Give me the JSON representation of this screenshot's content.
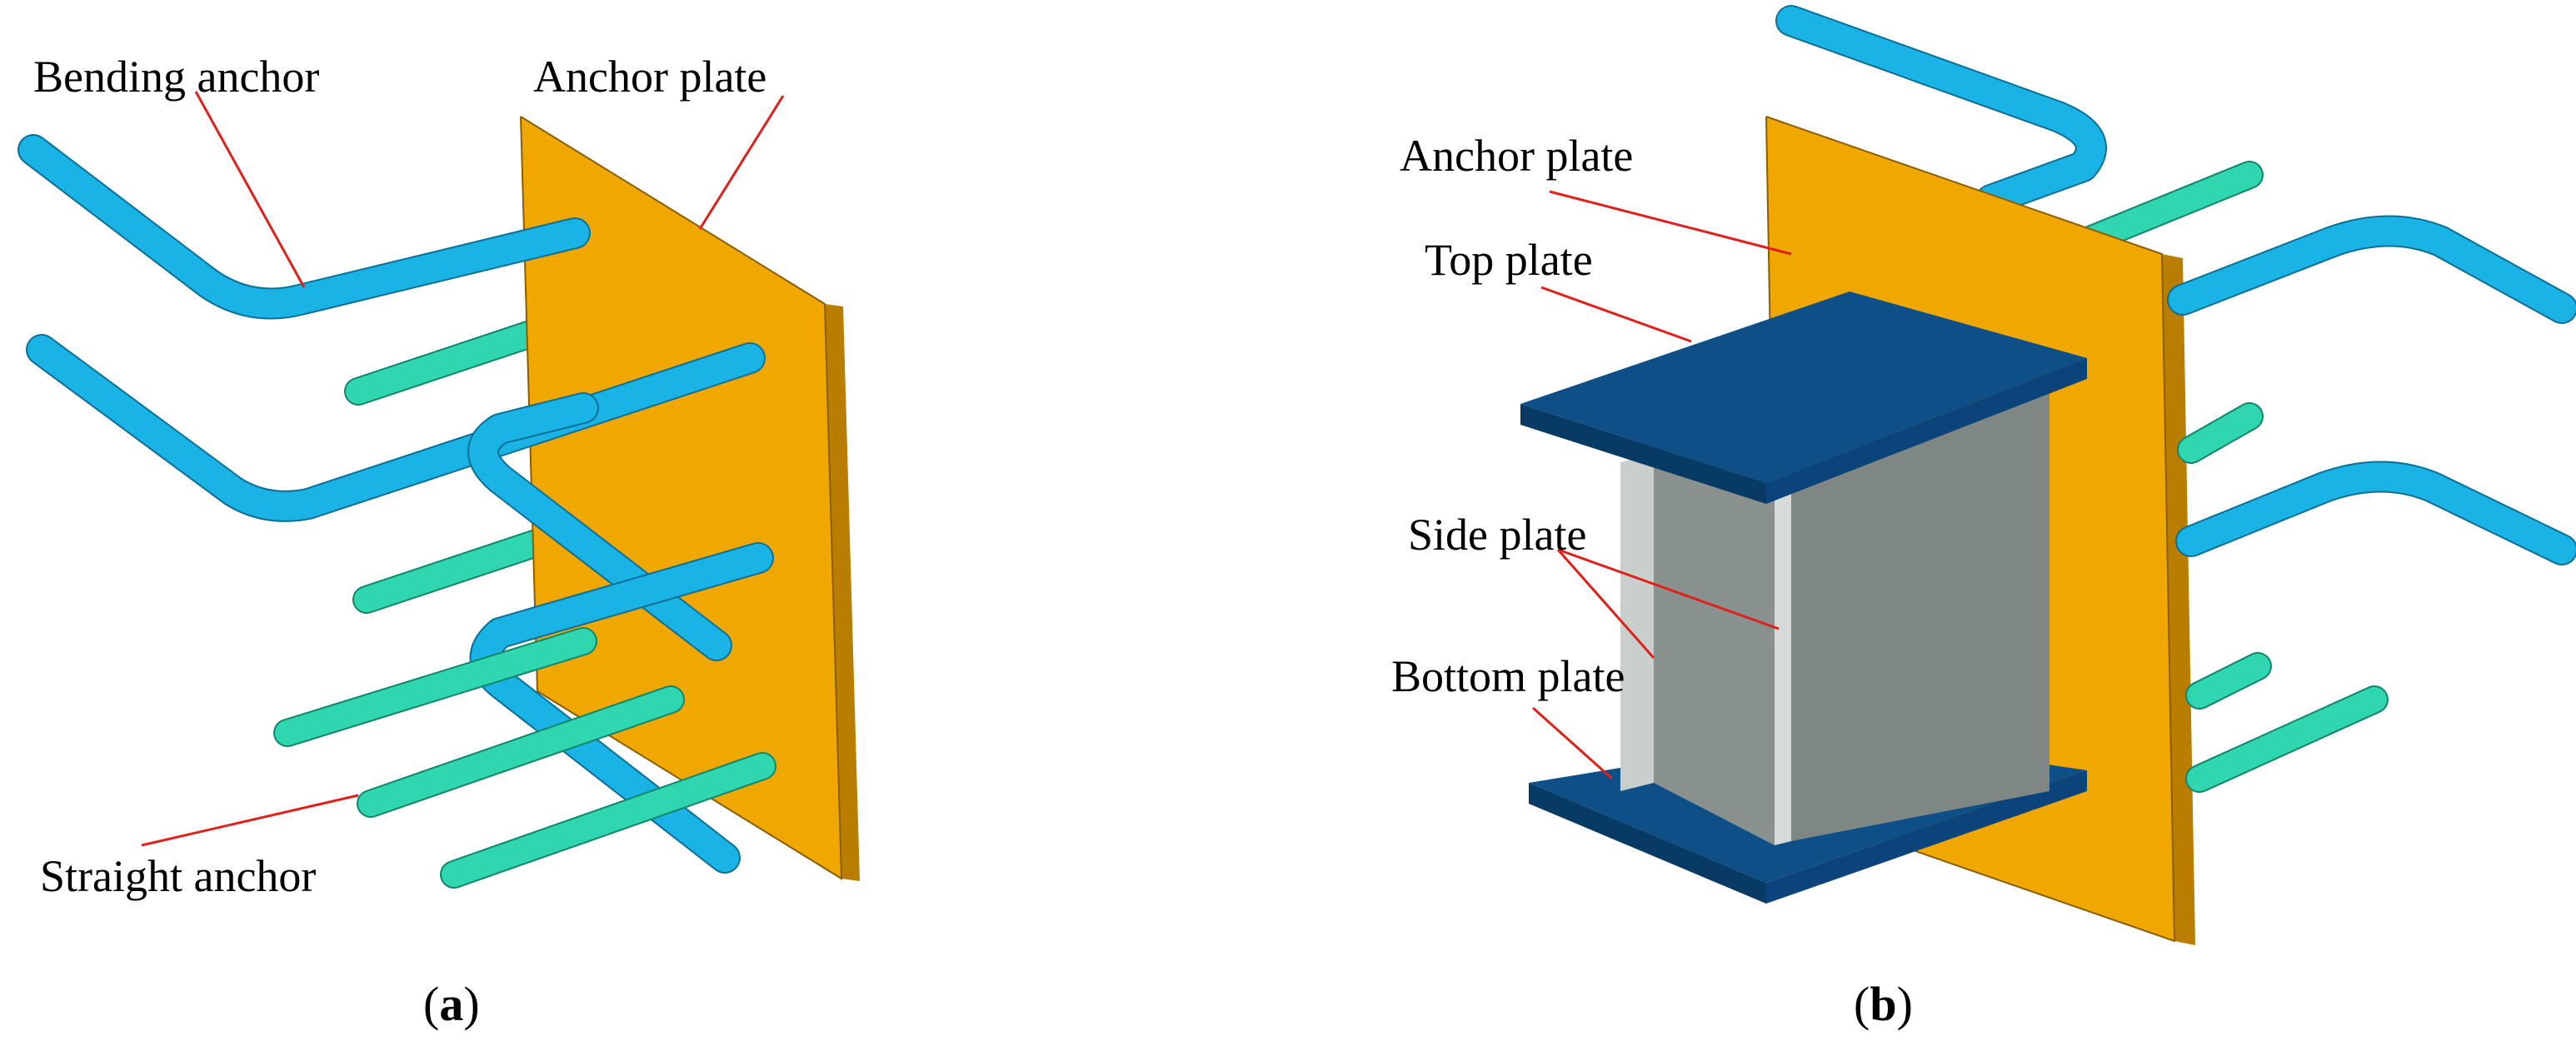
{
  "panel_a": {
    "caption_open": "(",
    "caption_letter": "a",
    "caption_close": ")",
    "labels": {
      "bending_anchor": "Bending anchor",
      "anchor_plate": "Anchor plate",
      "straight_anchor": "Straight anchor"
    }
  },
  "panel_b": {
    "caption_open": "(",
    "caption_letter": "b",
    "caption_close": ")",
    "labels": {
      "anchor_plate": "Anchor plate",
      "top_plate": "Top plate",
      "side_plate": "Side plate",
      "bottom_plate": "Bottom plate"
    }
  },
  "colors": {
    "anchor_plate": "#f0a800",
    "anchor_plate_edge": "#b97d00",
    "bending_anchor": "#1ab3e6",
    "straight_anchor": "#2fd6b0",
    "flange_plate": "#0d4f86",
    "side_plate": "#7e8784",
    "leader_line": "#e0201b"
  }
}
